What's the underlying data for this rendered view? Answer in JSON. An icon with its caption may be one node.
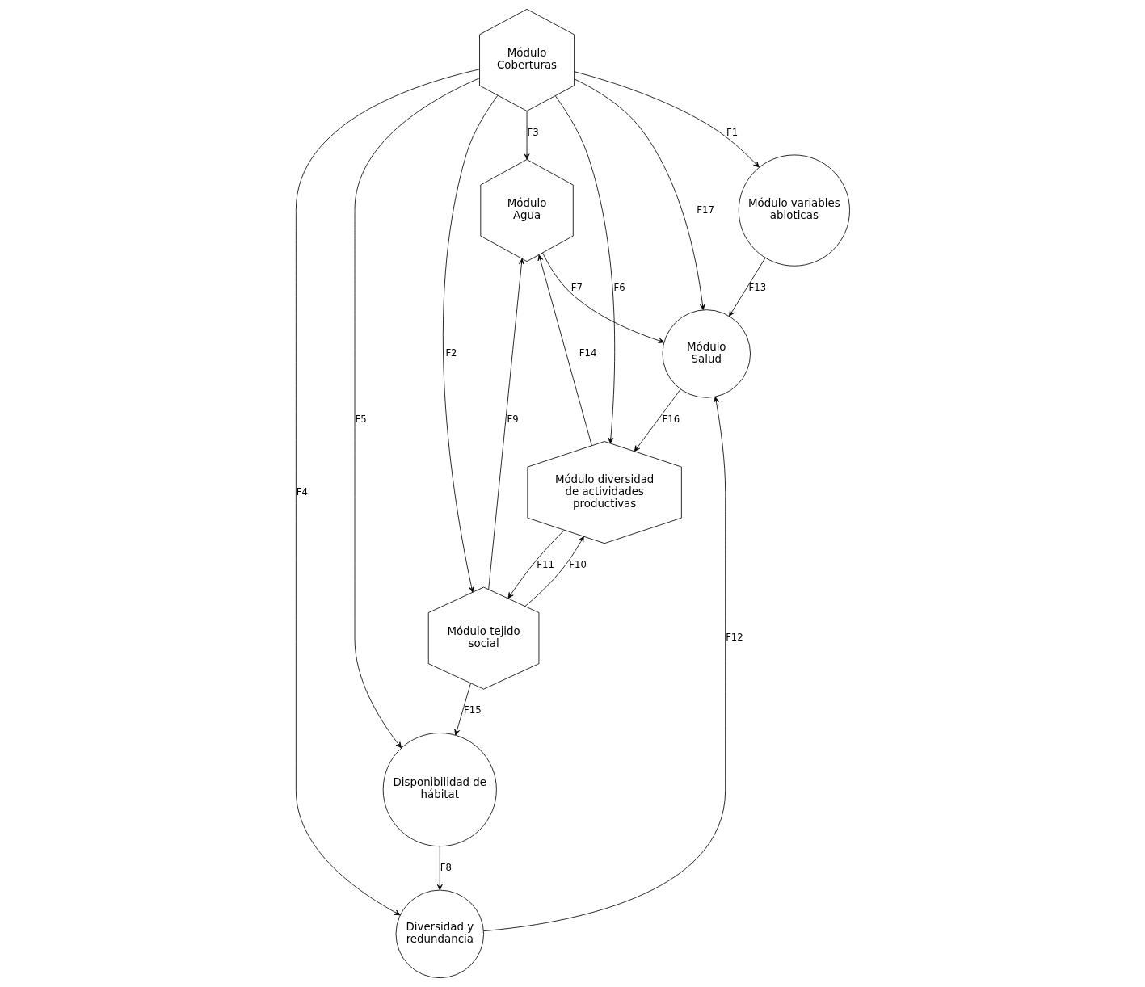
{
  "diagram": {
    "nodes": [
      {
        "text": [
          "Módulo Coberturas"
        ]
      },
      {
        "text": [
          "Módulo Agua"
        ]
      },
      {
        "text": [
          "Módulo variables abioticas"
        ]
      },
      {
        "text": [
          "Disponibilidad de hábitat"
        ]
      },
      {
        "text": [
          "Diversidad y redundancia"
        ]
      },
      {
        "text": [
          "Módulo tejido social"
        ]
      },
      {
        "text": [
          "Módulo diversidad de actividades productivas"
        ]
      },
      {
        "text": [
          "Módulo Salud"
        ]
      }
    ],
    "edges": [
      {
        "from": 0,
        "to": 2,
        "arrow": "to",
        "label": "F1"
      },
      {
        "from": 0,
        "to": 5,
        "arrow": "to",
        "label": "F2"
      },
      {
        "from": 0,
        "to": 1,
        "arrow": "to",
        "label": "F3"
      },
      {
        "from": 0,
        "to": 4,
        "arrow": "to",
        "label": "F4"
      },
      {
        "from": 0,
        "to": 3,
        "arrow": "to",
        "label": "F5"
      },
      {
        "from": 0,
        "to": 6,
        "arrow": "to",
        "label": "F6"
      },
      {
        "from": 1,
        "to": 7,
        "arrow": "to",
        "label": "F7"
      },
      {
        "from": 3,
        "to": 4,
        "arrow": "to",
        "label": "F8"
      },
      {
        "from": 5,
        "to": 1,
        "arrow": "to",
        "label": "F9"
      },
      {
        "from": 5,
        "to": 6,
        "arrow": "to",
        "label": "F10"
      },
      {
        "from": 6,
        "to": 5,
        "arrow": "to",
        "label": "F11"
      },
      {
        "from": 4,
        "to": 7,
        "arrow": "to",
        "label": "F12"
      },
      {
        "from": 2,
        "to": 7,
        "arrow": "to",
        "label": "F13"
      },
      {
        "from": 6,
        "to": 1,
        "arrow": "to",
        "label": "F14"
      },
      {
        "from": 5,
        "to": 3,
        "arrow": "to",
        "label": "F15"
      },
      {
        "from": 7,
        "to": 6,
        "arrow": "to",
        "label": "F16"
      },
      {
        "from": 0,
        "to": 7,
        "arrow": "to",
        "label": "F17"
      }
    ]
  }
}
